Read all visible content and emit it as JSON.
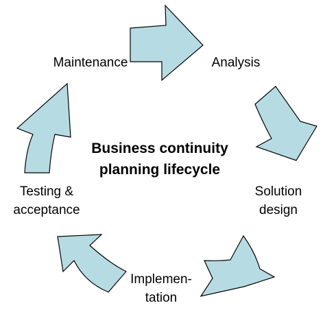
{
  "diagram": {
    "title_lines": [
      "Business continuity",
      "planning lifecycle"
    ],
    "stages": [
      {
        "lines": [
          "Analysis"
        ]
      },
      {
        "lines": [
          "Solution",
          "design"
        ]
      },
      {
        "lines": [
          "Implemen-",
          "tation"
        ]
      },
      {
        "lines": [
          "Testing &",
          "acceptance"
        ]
      },
      {
        "lines": [
          "Maintenance"
        ]
      }
    ],
    "colors": {
      "arrow_fill": "#b7dbe2",
      "arrow_outline": "#000000",
      "text": "#000000"
    }
  }
}
